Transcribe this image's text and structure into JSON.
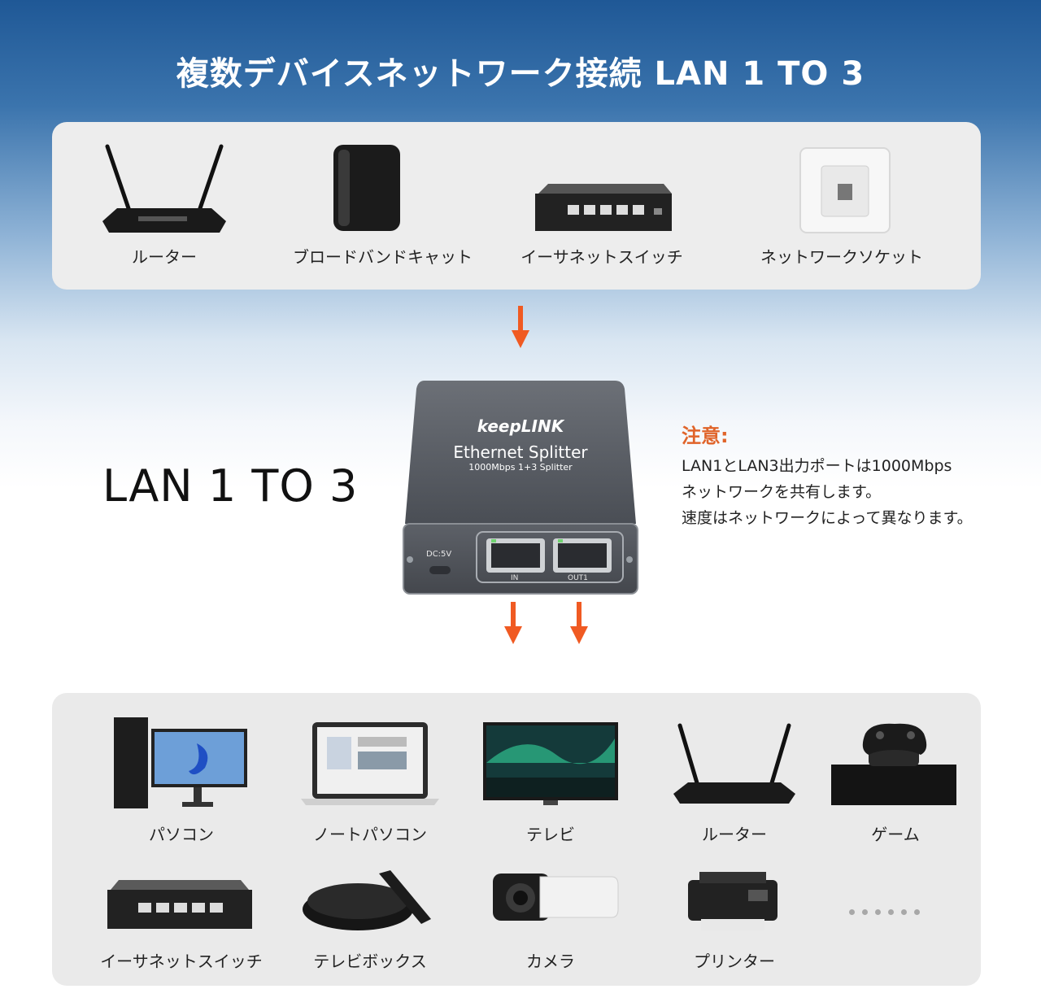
{
  "title": "複数デバイスネットワーク接続 LAN 1 TO 3",
  "sources": [
    {
      "label": "ルーター",
      "icon": "router-icon"
    },
    {
      "label": "ブロードバンドキャット",
      "icon": "modem-icon"
    },
    {
      "label": "イーサネットスイッチ",
      "icon": "ethernet-switch-icon"
    },
    {
      "label": "ネットワークソケット",
      "icon": "network-socket-icon"
    }
  ],
  "product": {
    "brand": "keepLINK",
    "name": "Ethernet Splitter",
    "spec": "1000Mbps 1+3 Splitter",
    "power_label": "DC:5V",
    "port_in": "IN",
    "port_out": "OUT1"
  },
  "big_label": "LAN 1 TO 3",
  "note": {
    "title": "注意:",
    "lines": [
      "LAN1とLAN3出力ポートは1000Mbps",
      "ネットワークを共有します。",
      "速度はネットワークによって異なります。"
    ]
  },
  "destinations": [
    {
      "label": "パソコン",
      "icon": "desktop-pc-icon"
    },
    {
      "label": "ノートパソコン",
      "icon": "laptop-icon"
    },
    {
      "label": "テレビ",
      "icon": "tv-icon"
    },
    {
      "label": "ルーター",
      "icon": "router-icon"
    },
    {
      "label": "ゲーム",
      "icon": "game-console-icon"
    },
    {
      "label": "イーサネットスイッチ",
      "icon": "ethernet-switch-icon"
    },
    {
      "label": "テレビボックス",
      "icon": "tv-box-icon"
    },
    {
      "label": "カメラ",
      "icon": "security-camera-icon"
    },
    {
      "label": "プリンター",
      "icon": "printer-icon"
    }
  ],
  "colors": {
    "arrow": "#f05a22",
    "note_title": "#e0642a",
    "header_blue": "#1f5896"
  }
}
